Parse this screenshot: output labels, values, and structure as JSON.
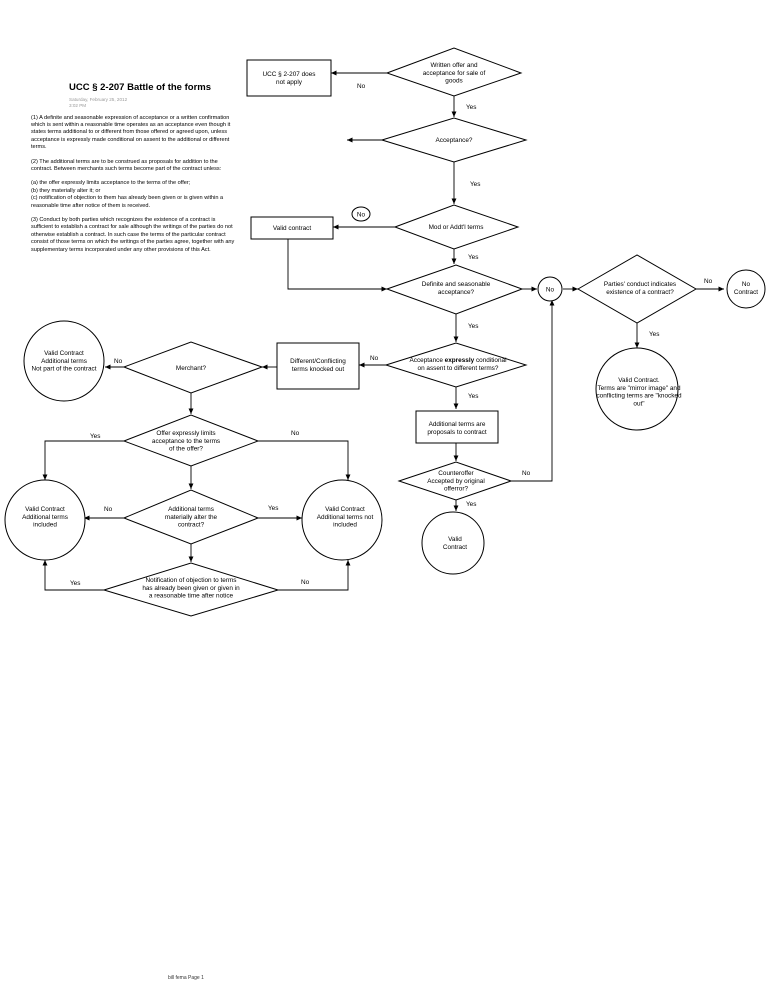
{
  "note": {
    "title": "UCC § 2-207  Battle of the forms",
    "date": "Saturday, February 25, 2012",
    "time": "3:02 PM",
    "para1": "(1) A definite and seasonable expression of acceptance or a written confirmation which is sent within a reasonable time operates as an acceptance even though it states terms additional to or different from those offered or agreed upon, unless acceptance is expressly made conditional on assent to the additional or different terms.",
    "para2": "(2) The additional terms are to be construed as proposals for addition to the contract. Between merchants such terms become part of the contract unless:",
    "para2a": "(a) the offer expressly limits acceptance to the terms of the offer;",
    "para2b": "(b) they materially alter it; or",
    "para2c": "(c) notification of objection to them has already been given or is given within a reasonable time after notice of them is received.",
    "para3": "(3) Conduct by both parties which recognizes the existence of a contract is sufficient to establish a contract for sale although the writings of the parties do not otherwise establish a contract. In such case the terms of the particular contract consist of those terms on which the writings of the parties agree, together with any supplementary terms incorporated under any other provisions of this Act."
  },
  "footer": "bill fema Page 1",
  "nodes": {
    "written_offer": [
      "Written offer and",
      "acceptance for sale of",
      "goods"
    ],
    "not_apply": [
      "UCC § 2-207 does",
      "not apply"
    ],
    "acceptance": [
      "Acceptance?"
    ],
    "mod_terms": [
      "Mod or Addt'l terms"
    ],
    "valid_contract_box": [
      "Valid contract"
    ],
    "no_circle": [
      "No"
    ],
    "definite": [
      "Definite and seasonable",
      "acceptance?"
    ],
    "no_circle_mid": [
      "No"
    ],
    "conduct": [
      "Parties' conduct indicates",
      "existence of a contract?"
    ],
    "no_contract": [
      "No",
      "Contract"
    ],
    "mirror": [
      "Valid Contract.",
      "Terms are \"mirror image\" and",
      "conflicting terms are \"knocked",
      "out\""
    ],
    "expressly": [
      "Acceptance",
      "expressly",
      " conditional",
      "on assent to different terms?"
    ],
    "knocked_out": [
      "Different/Conflicting",
      "terms knocked out"
    ],
    "merchant": [
      "Merchant?"
    ],
    "valid_not_part": [
      "Valid Contract",
      "Additional terms",
      "Not part of the contract"
    ],
    "proposals": [
      "Additional terms are",
      "proposals to contract"
    ],
    "counteroffer": [
      "Counteroffer",
      "Accepted by original",
      "offerror?"
    ],
    "valid_contract_circle": [
      "Valid",
      "Contract"
    ],
    "offer_limits": [
      "Offer expressly limits",
      "acceptance to the terms",
      "of the offer?"
    ],
    "valid_included": [
      "Valid Contract",
      "Additional terms",
      "included"
    ],
    "materially": [
      "Additional terms",
      "materially alter the",
      "contract?"
    ],
    "valid_not_included": [
      "Valid Contract",
      "Additional terms not",
      "included"
    ],
    "notification": [
      "Notification of objection to terms",
      "has already been given or given in",
      "a reasonable time after notice"
    ]
  },
  "edge_labels": {
    "written_no": "No",
    "written_yes": "Yes",
    "acceptance_yes": "Yes",
    "mod_yes": "Yes",
    "definite_yes": "Yes",
    "conduct_no": "No",
    "conduct_yes": "Yes",
    "expressly_no": "No",
    "expressly_yes": "Yes",
    "merchant_no": "No",
    "counter_no": "No",
    "counter_yes": "Yes",
    "limits_yes": "Yes",
    "limits_no": "No",
    "material_no": "No",
    "material_yes": "Yes",
    "notif_yes": "Yes",
    "notif_no": "No"
  }
}
